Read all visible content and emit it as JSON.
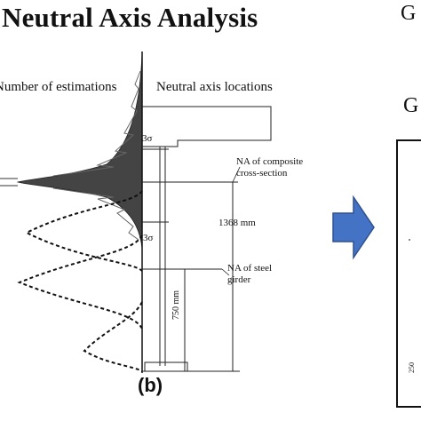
{
  "title": "Neutral Axis Analysis",
  "right_panel": {
    "header_1": "G",
    "header_2": "G",
    "dimension": "250"
  },
  "left_panel": {
    "label_estimations": "Number of estimations",
    "label_locations": "Neutral axis locations",
    "sigma_upper": "3σ",
    "sigma_lower": "3σ",
    "na_composite": "NA of composite cross-section",
    "dim_1368": "1368 mm",
    "na_steel": "NA of steel girder",
    "dim_750": "750 mm",
    "panel_label": "(b)"
  },
  "colors": {
    "arrow_fill": "#4472c4",
    "arrow_stroke": "#2f528f",
    "histogram": "#333333"
  },
  "icons": {
    "arrow": "right-arrow-icon"
  }
}
